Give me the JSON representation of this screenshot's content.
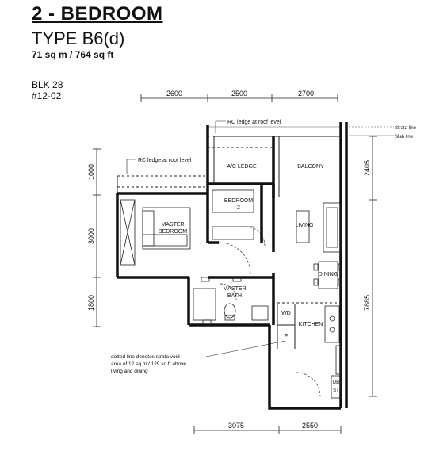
{
  "header": {
    "title": "2 - BEDROOM",
    "type": "TYPE B6(d)",
    "area": "71 sq m / 764 sq ft"
  },
  "unit": {
    "block": "BLK 28",
    "number": "#12-02"
  },
  "dimensions": {
    "top": [
      "2600",
      "2500",
      "2700"
    ],
    "bottom": [
      "3075",
      "2550"
    ],
    "left": [
      "1000",
      "3000",
      "1800"
    ],
    "right": [
      "2405",
      "7885"
    ]
  },
  "rooms": {
    "ac_ledge": "A/C LEDGE",
    "balcony": "BALCONY",
    "bedroom2": [
      "BEDROOM",
      "2"
    ],
    "master_bedroom": [
      "MASTER",
      "BEDROOM"
    ],
    "living": "LIVING",
    "dining": "DINING",
    "master_bath": [
      "MASTER",
      "BATH"
    ],
    "wd": "WD",
    "f": "F",
    "kitchen": "KITCHEN",
    "db": "DB",
    "st": "ST"
  },
  "labels": {
    "rc_ledge_top": "RC ledge at roof level",
    "rc_ledge_left": "RC ledge at roof level",
    "strata_line": "Strata line",
    "slab_line": "Slab line",
    "note": [
      "dotted line denotes strata void",
      "area of 12 sq m / 129 sq ft above",
      "living and dining"
    ]
  }
}
